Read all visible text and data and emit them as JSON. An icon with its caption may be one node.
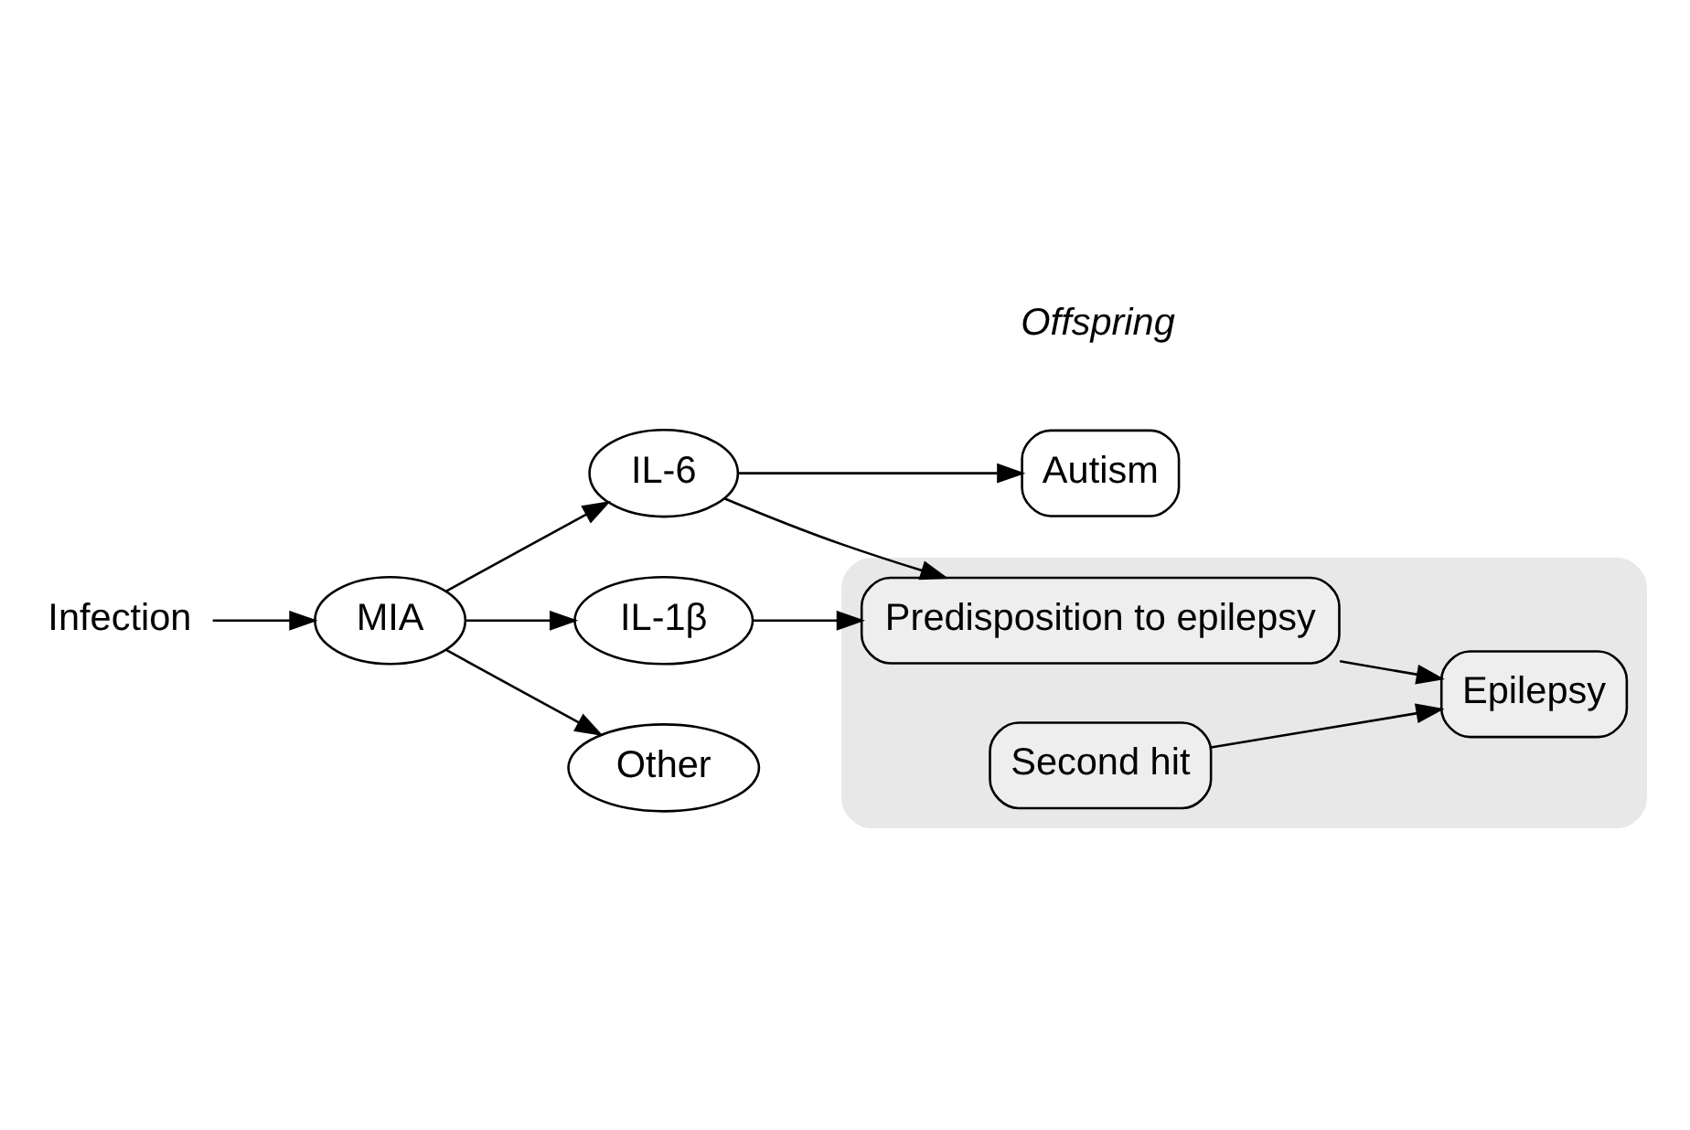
{
  "diagram": {
    "nodes": [
      {
        "text": [
          "Infection"
        ]
      },
      {
        "text": [
          "MIA"
        ]
      },
      {
        "text": [
          "IL-6"
        ]
      },
      {
        "text": [
          "IL-1β"
        ]
      },
      {
        "text": [
          "Other"
        ]
      },
      {
        "text": [
          "Autism"
        ]
      },
      {
        "text": [],
        "shape": "box"
      },
      {
        "text": [
          "Predisposition to epilepsy"
        ],
        "in": 6
      },
      {
        "text": [
          "Epilepsy"
        ],
        "in": 6
      },
      {
        "text": [
          "Second hit"
        ],
        "in": 6
      }
    ],
    "edges": [
      {
        "from": 0,
        "to": 1,
        "arrow": "to"
      },
      {
        "from": 1,
        "to": 2,
        "arrow": "to"
      },
      {
        "from": 1,
        "to": 3,
        "arrow": "to"
      },
      {
        "from": 1,
        "to": 4,
        "arrow": "to"
      },
      {
        "from": 2,
        "to": 5,
        "arrow": "to"
      },
      {
        "from": 2,
        "to": 7,
        "arrow": "to"
      },
      {
        "from": 3,
        "to": 7,
        "arrow": "to"
      },
      {
        "from": 7,
        "to": 8,
        "arrow": "to"
      },
      {
        "from": 9,
        "to": 8,
        "arrow": "to"
      }
    ],
    "labels": [
      "Offspring"
    ]
  }
}
